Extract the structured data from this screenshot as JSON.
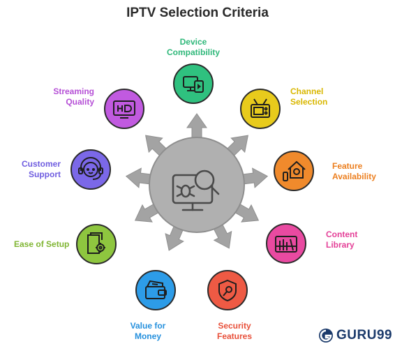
{
  "title": "IPTV Selection Criteria",
  "criteria": [
    {
      "label_lines": [
        "Device",
        "Compatibility"
      ],
      "color": "#2fc17f",
      "icon": "devices-icon"
    },
    {
      "label_lines": [
        "Channel",
        "Selection"
      ],
      "color": "#e8cb1c",
      "icon": "tv-icon"
    },
    {
      "label_lines": [
        "Feature",
        "Availability"
      ],
      "color": "#f08a2c",
      "icon": "smart-home-icon"
    },
    {
      "label_lines": [
        "Content",
        "Library"
      ],
      "color": "#e94aa1",
      "icon": "library-icon"
    },
    {
      "label_lines": [
        "Security",
        "Features"
      ],
      "color": "#ee5a44",
      "icon": "shield-icon"
    },
    {
      "label_lines": [
        "Value for",
        "Money"
      ],
      "color": "#2d9ce8",
      "icon": "wallet-icon"
    },
    {
      "label_lines": [
        "Ease of Setup"
      ],
      "color": "#8ec63f",
      "icon": "settings-doc-icon"
    },
    {
      "label_lines": [
        "Customer",
        "Support"
      ],
      "color": "#7b68e8",
      "icon": "headset-icon"
    },
    {
      "label_lines": [
        "Streaming",
        "Quality"
      ],
      "color": "#c15ae0",
      "icon": "hd-monitor-icon"
    }
  ],
  "center_icon": "monitor-search-icon",
  "brand": {
    "name": "GURU99",
    "color": "#1b3a6b"
  }
}
